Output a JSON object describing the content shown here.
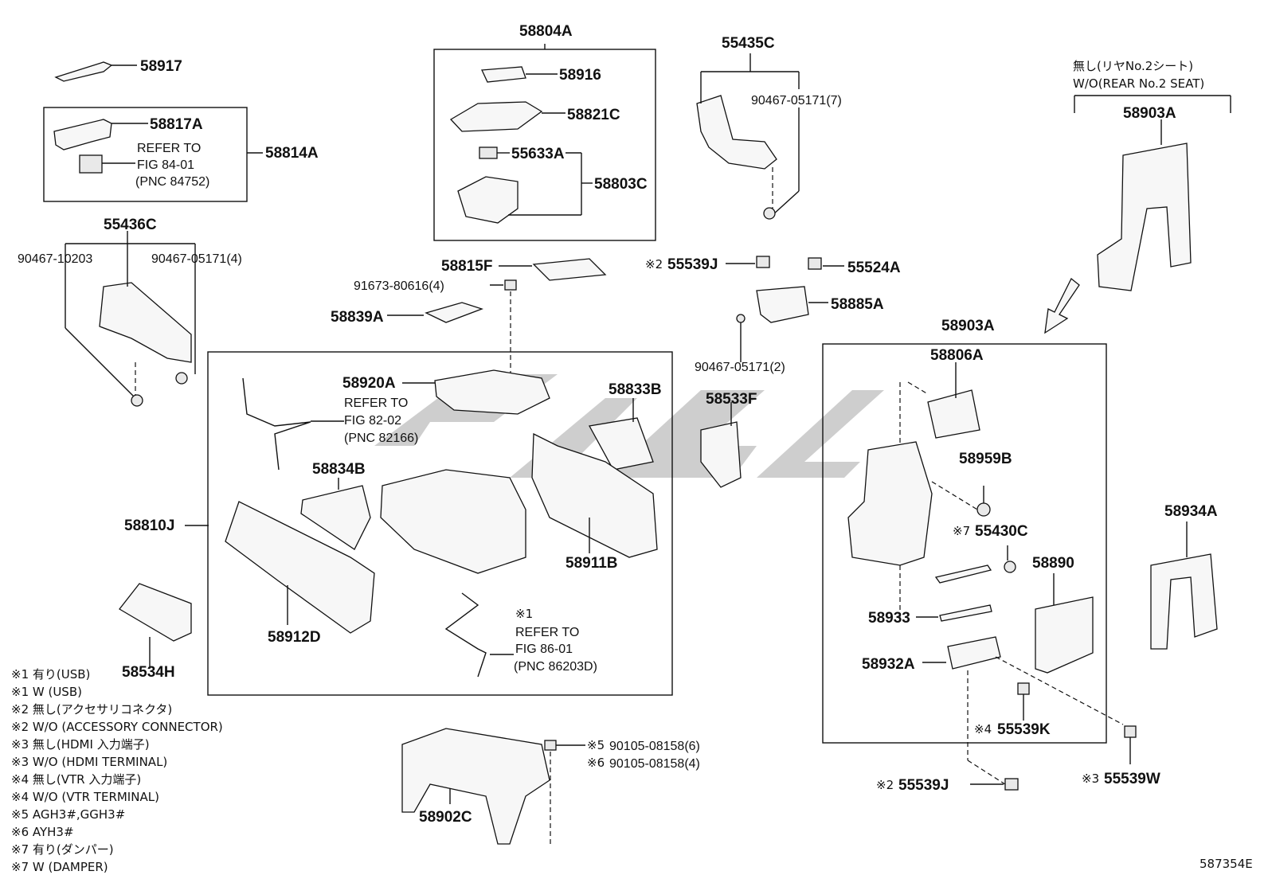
{
  "parts": {
    "p58917": "58917",
    "p58817A": "58817A",
    "p58814A": "58814A",
    "refer84_1": "REFER TO",
    "refer84_2": "FIG 84-01",
    "refer84_3": "(PNC 84752)",
    "p55436C": "55436C",
    "p90467_10203": "90467-10203",
    "p90467_05171_4": "90467-05171(4)",
    "p58804A": "58804A",
    "p58916": "58916",
    "p58821C": "58821C",
    "p55633A": "55633A",
    "p58803C": "58803C",
    "p55435C": "55435C",
    "p90467_05171_7": "90467-05171(7)",
    "p58815F": "58815F",
    "p91673": "91673-80616(4)",
    "p58839A": "58839A",
    "p55539J_top_mark": "※2",
    "p55539J_top": "55539J",
    "p55524A": "55524A",
    "p58885A": "58885A",
    "p90467_05171_2": "90467-05171(2)",
    "p58920A": "58920A",
    "refer82_1": "REFER TO",
    "refer82_2": "FIG 82-02",
    "refer82_3": "(PNC 82166)",
    "p58833B": "58833B",
    "p58533F": "58533F",
    "p58834B": "58834B",
    "p58810J": "58810J",
    "p58911B": "58911B",
    "p58912D": "58912D",
    "p58534H": "58534H",
    "refer86_mark": "※1",
    "refer86_1": "REFER TO",
    "refer86_2": "FIG 86-01",
    "refer86_3": "(PNC 86203D)",
    "p58902C": "58902C",
    "p90105_6_mark": "※5",
    "p90105_6": "90105-08158(6)",
    "p90105_4_mark": "※6",
    "p90105_4": "90105-08158(4)",
    "rear_jp": "無し(リヤNo.2シート)",
    "rear_en": "W/O(REAR No.2 SEAT)",
    "p58903A_top": "58903A",
    "p58903A": "58903A",
    "p58806A": "58806A",
    "p58959B": "58959B",
    "p55430C_mark": "※7",
    "p55430C": "55430C",
    "p58890": "58890",
    "p58933": "58933",
    "p58932A": "58932A",
    "p55539K_mark": "※4",
    "p55539K": "55539K",
    "p55539J_bot_mark": "※2",
    "p55539J_bot": "55539J",
    "p55539W_mark": "※3",
    "p55539W": "55539W",
    "p58934A": "58934A",
    "fig_code": "587354E"
  },
  "notes": [
    "※1 有り(USB)",
    "※1 W (USB)",
    "※2 無し(アクセサリコネクタ)",
    "※2 W/O (ACCESSORY CONNECTOR)",
    "※3 無し(HDMI 入力端子)",
    "※3 W/O (HDMI TERMINAL)",
    "※4 無し(VTR 入力端子)",
    "※4 W/O (VTR TERMINAL)",
    "※5 AGH3#,GGH3#",
    "※6 AYH3#",
    "※7 有り(ダンパー)",
    "※7 W (DAMPER)"
  ]
}
